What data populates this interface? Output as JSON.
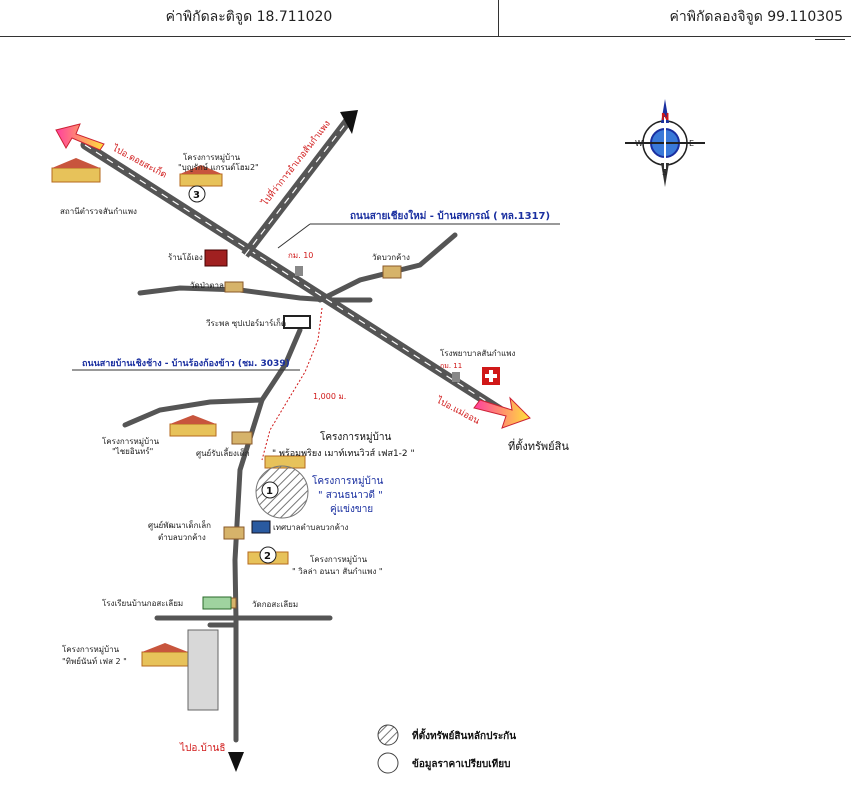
{
  "header": {
    "latitude": "ค่าพิกัดละติจูด 18.711020",
    "longitude": "ค่าพิกัดลองจิจูด 99.110305"
  },
  "compass": {
    "n": "N",
    "s": "S",
    "e": "E",
    "w": "W"
  },
  "roads": {
    "road_1317": "ถนนสายเชียงใหม่ - บ้านสหกรณ์ ( ทล.1317)",
    "road_3039": "ถนนสายบ้านเชิงช้าง - บ้านร้องก้องข้าว (ชม. 3039)",
    "to_doi_saket": "ไปอ.ดอยสะเก็ด",
    "to_mae_on": "ไปอ.แม่ออน",
    "to_ban_thi": "ไปอ.บ้านธิ",
    "to_amphoe": "ไปที่ว่าการอำเภอสันกำแพง",
    "distance": "1,000 ม.",
    "km": "กม. 10",
    "km_11": "กม. 11"
  },
  "places": {
    "project_3_title": "โครงการหมู่บ้าน",
    "project_3_name": "\"บุญรักษ์ แกรนด์โฮม2\"",
    "police": "สถานีตำรวจสันกำแพง",
    "shop": "ร้านโอ้เอง",
    "wat_pa_tan": "วัดป่าตาล",
    "wat_buak_khang": "วัดบวกค้าง",
    "supermarket": "วีระพล ซุปเปอร์มาร์เก็ต",
    "hospital": "โรงพยาบาลสันกำแพง",
    "property_label": "ที่ตั้งทรัพย์สิน",
    "project_chai": "โครงการหมู่บ้าน",
    "project_chai_name": "\"ไชยอินทร์\"",
    "childcare": "ศูนย์รับเลี้ยงเด็ก",
    "project_prom": "โครงการหมู่บ้าน",
    "project_prom_name": "\" พร้อมพริยง เมาท์เทนวิวส์ เฟส1-2 \"",
    "project_1_title": "โครงการหมู่บ้าน",
    "project_1_name": "\" สวนธนาวดี \"",
    "project_1_sub": "คู่แข่งขาย",
    "child_dev": "ศูนย์พัฒนาเด็กเล็ก",
    "child_dev_2": "ตำบลบวกค้าง",
    "municipality": "เทศบาลตำบลบวกค้าง",
    "project_2_title": "โครงการหมู่บ้าน",
    "project_2_name": "\" วิลล่า อนนา สันกำแพง \"",
    "school": "โรงเรียนบ้านกอสะเลียม",
    "wat_ko": "วัดกอสะเลียม",
    "project_thip": "โครงการหมู่บ้าน",
    "project_thip_name": "\"ทิพย์นันท์ เฟส 2 \""
  },
  "markers": {
    "m1": "1",
    "m2": "2",
    "m3": "3"
  },
  "legend": {
    "hatched": "ที่ตั้งทรัพย์สินหลักประกัน",
    "circle": "ข้อมูลราคาเปรียบเทียบ"
  }
}
